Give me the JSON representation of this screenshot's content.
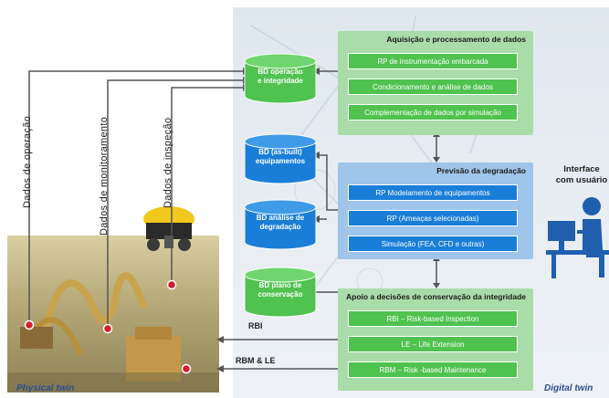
{
  "left_labels": {
    "operation": "Dados de operação",
    "monitoring": "Dados de monitoramento",
    "inspection": "Dados de inspeção"
  },
  "databases": [
    {
      "line1": "BD operação",
      "line2": "e integridade"
    },
    {
      "line1": "BD (as-built)",
      "line2": "equipamentos"
    },
    {
      "line1": "BD análise de",
      "line2": "degradação"
    },
    {
      "line1": "BD plano de",
      "line2": "conservação"
    }
  ],
  "panel_acquisition": {
    "title": "Aquisição e processamento de dados",
    "items": [
      "RP de instrumentação embarcada",
      "Condicionamento e análise de dados",
      "Complementação de dados por simulação"
    ]
  },
  "panel_prediction": {
    "title": "Previsão da degradação",
    "items": [
      "RP Modelamento de equipamentos",
      "RP (Ameaças selecionadas)",
      "Simulação (FEA, CFD e outras)"
    ]
  },
  "panel_support": {
    "title": "Apoio a decisões de conservação da integridade",
    "items": [
      "RBI – Risk-based Inspection",
      "LE – Life Extension",
      "RBM – Risk -based Maintenance"
    ]
  },
  "interface": {
    "line1": "Interface",
    "line2": "com usuário"
  },
  "arrows": {
    "rbi": "RBI",
    "rbm_le": "RBM & LE"
  },
  "footer": {
    "physical": "Physical twin",
    "digital": "Digital twin"
  },
  "colors": {
    "green": "#4fc24f",
    "blue": "#1a7ed8",
    "panel_green": "#a9dca8",
    "panel_blue": "#9fc5ea",
    "user_icon": "#1f5fae"
  }
}
